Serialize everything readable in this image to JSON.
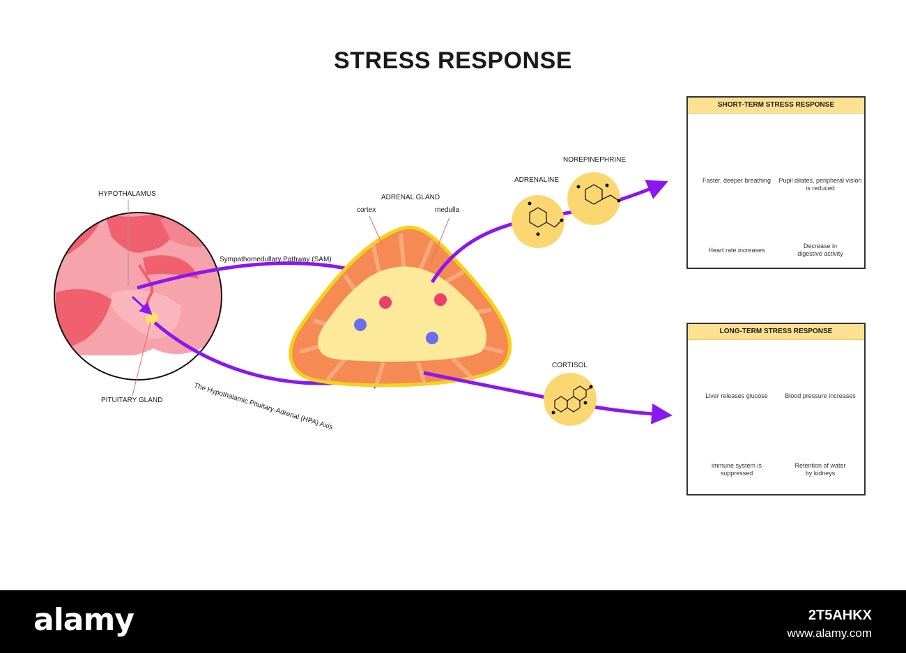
{
  "title": "STRESS RESPONSE",
  "brain": {
    "hypothalamus_label": "HYPOTHALAMUS",
    "pituitary_label": "PITUITARY GLAND"
  },
  "pathways": {
    "sam_label": "Sympathomedullary Pathway (SAM)",
    "hpa_label": "The Hypothalamic Pituitary-Adrenal (HPA) Axis"
  },
  "adrenal": {
    "title": "ADRENAL GLAND",
    "cortex_label": "cortex",
    "medulla_label": "medulla"
  },
  "hormones": {
    "adrenaline": "ADRENALINE",
    "norepinephrine": "NOREPINEPHRINE",
    "cortisol": "CORTISOL"
  },
  "short_term": {
    "header": "SHORT-TERM STRESS RESPONSE",
    "items": [
      {
        "icon": "lungs-icon",
        "text": "Faster, deeper breathing"
      },
      {
        "icon": "eye-icon",
        "text": "Pupil dilates, peripheral vision is reduced"
      },
      {
        "icon": "heart-icon",
        "text": "Heart rate increases"
      },
      {
        "icon": "stomach-icon",
        "text": "Decrease in digestive activity"
      }
    ]
  },
  "long_term": {
    "header": "LONG-TERM STRESS RESPONSE",
    "items": [
      {
        "icon": "liver-icon",
        "text": "Liver releases  glucose"
      },
      {
        "icon": "blood-vessel-icon",
        "text": "Blood pressure increases"
      },
      {
        "icon": "virus-icon",
        "text": "immune system is suppressed"
      },
      {
        "icon": "kidney-icon",
        "text": "Retention of water by kidneys"
      }
    ]
  },
  "colors": {
    "arrow": "#8b17f0",
    "brain_pink": "#f7a3ab",
    "brain_dark": "#f0606f",
    "gland_orange": "#f58a55",
    "gland_yellow": "#fde99a",
    "header_yellow": "#fbe191"
  },
  "footer": {
    "brand": "alamy",
    "image_id": "2T5AHKX",
    "site": "www.alamy.com"
  }
}
